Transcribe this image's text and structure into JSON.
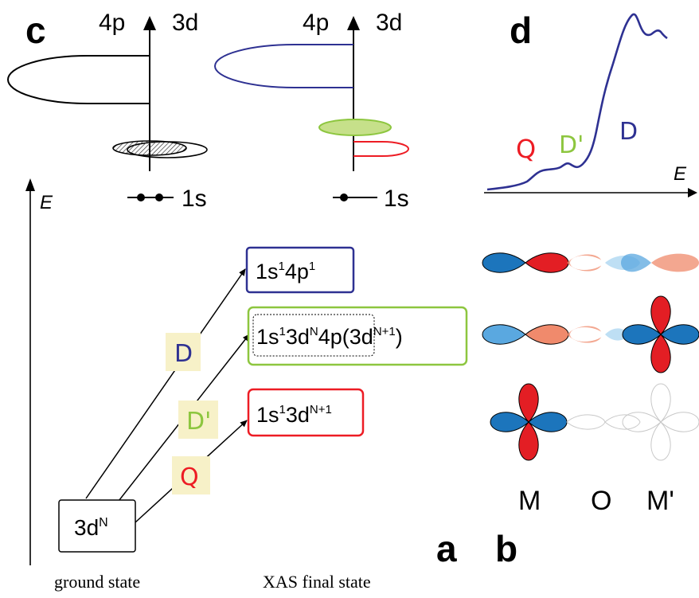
{
  "panels": {
    "c": "c",
    "d": "d",
    "a": "a",
    "b": "b"
  },
  "orbitals": {
    "left_4p": "4p",
    "left_3d": "3d",
    "right_4p": "4p",
    "right_3d": "3d",
    "left_1s": "1s",
    "right_1s": "1s"
  },
  "axes": {
    "energy_axis": "E",
    "spectrum_axis": "E"
  },
  "spectrum_labels": {
    "q": "Q",
    "dprime": "D'",
    "d": "D"
  },
  "states": {
    "ground": {
      "prefix": "3d",
      "sup": "N"
    },
    "s1": {
      "a": "1s",
      "a_sup": "1",
      "b": "4p",
      "b_sup": "1"
    },
    "s2": {
      "a": "1s",
      "a_sup": "1",
      "b": "3d",
      "b_sup": "N",
      "c": "4p(3d",
      "c_sup": "N+1",
      "d": ")"
    },
    "s3": {
      "a": "1s",
      "a_sup": "1",
      "b": "3d",
      "b_sup": "N+1"
    }
  },
  "transitions": {
    "d": "D",
    "dprime": "D'",
    "q": "Q"
  },
  "atoms": {
    "m": "M",
    "o": "O",
    "mprime": "M'"
  },
  "captions": {
    "ground": "ground state",
    "final": "XAS final state"
  },
  "colors": {
    "blue": "#2e3192",
    "green": "#8dc63f",
    "red": "#ed1c24",
    "orb_blue": "#1c75bc",
    "orb_red": "#e31e24",
    "label_bg": "#f7f1c8"
  }
}
